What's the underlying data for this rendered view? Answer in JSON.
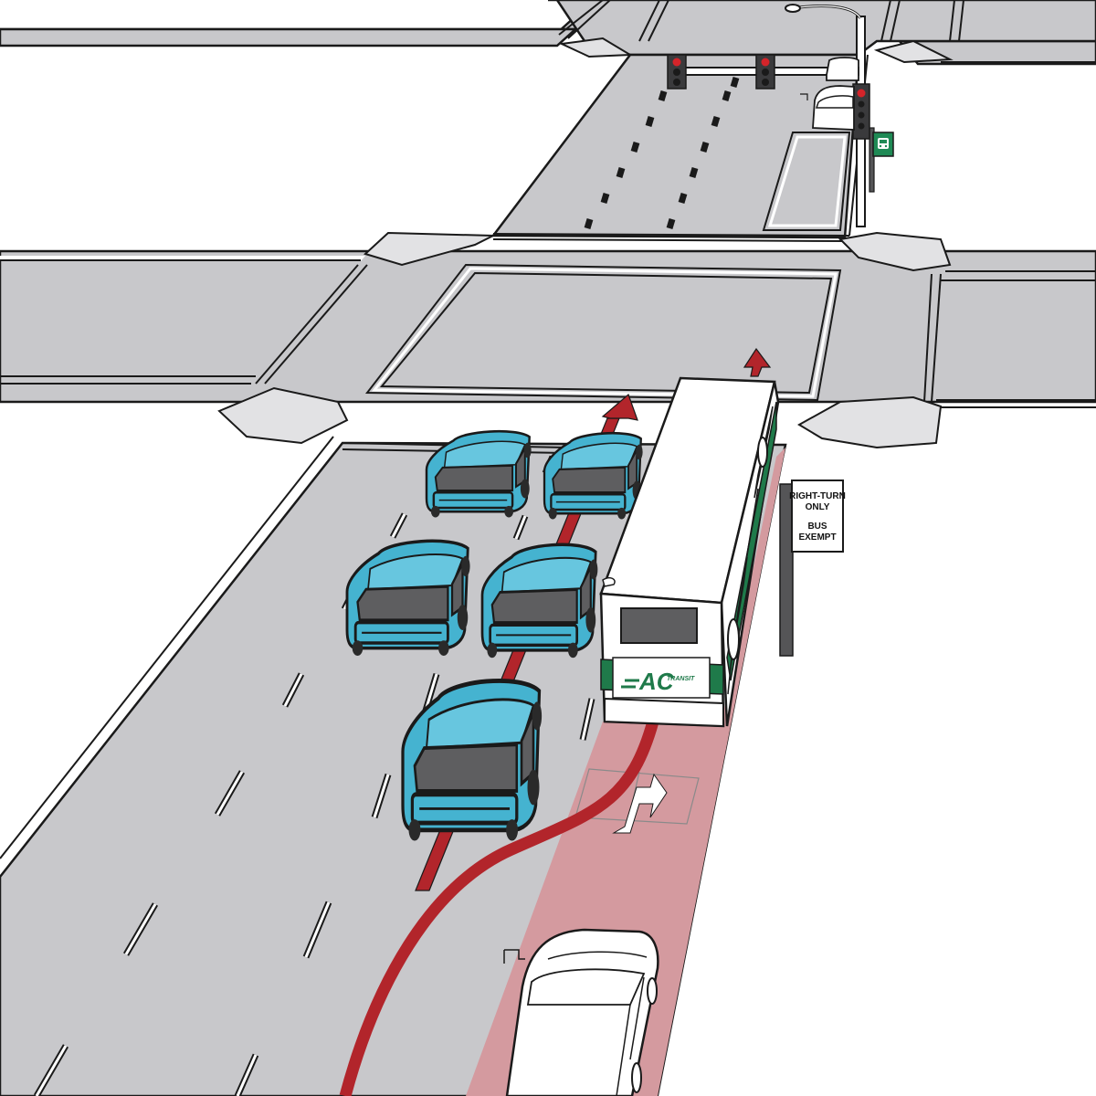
{
  "sign": {
    "line1": "RIGHT-TURN",
    "line2": "ONLY",
    "line3": "BUS",
    "line4": "EXEMPT"
  },
  "bus": {
    "logo_text": "AC",
    "logo_subtext": "TRANSIT"
  },
  "colors": {
    "road": "#c8c8cb",
    "sidewalk": "#ffffff",
    "bus_lane": "#d49a9f",
    "path_arrow": "#b2252b",
    "car_body": "#45b3d0",
    "car_window": "#5e5e60",
    "bus_accent": "#1f7a4a",
    "signal_red": "#d4242a",
    "bus_stop_sign": "#1f8a55"
  },
  "icons": {
    "bus_stop_sign": "bus-icon",
    "lane_turn_arrow": "right-turn-arrow-icon",
    "path_arrow": "arrow-up-icon"
  }
}
